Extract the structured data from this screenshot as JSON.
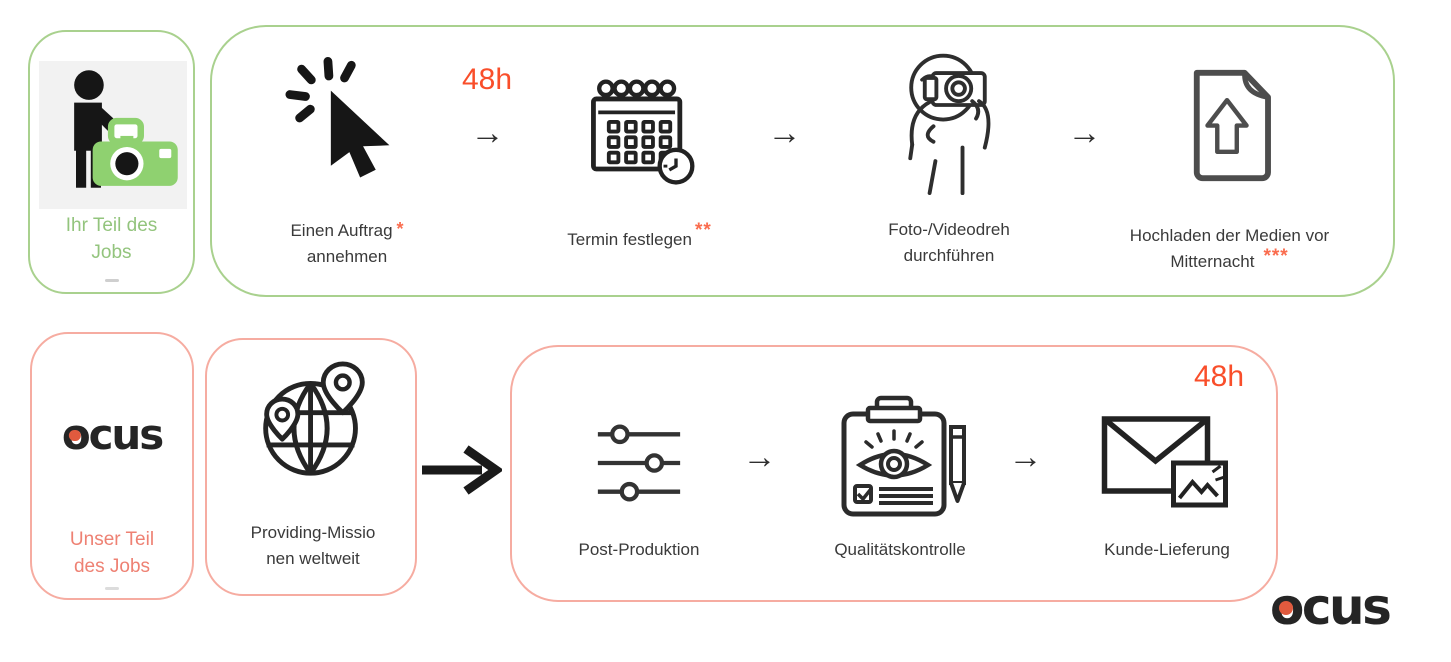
{
  "colors": {
    "accent": "#f94e2a",
    "accentsoft": "#fa6c4e",
    "green": "#a9d18e",
    "greentext": "#93c47d",
    "pink": "#f6aca1",
    "pinktext": "#ee8173",
    "ink": "#3c3c3c"
  },
  "glyphs": {
    "arrow": "→"
  },
  "your_part": {
    "title_l1": "Ihr Teil des",
    "title_l2": "Jobs",
    "badge_48h": "48h",
    "step1_l1": "Einen Auftrag",
    "step1_ast": "*",
    "step1_l2": "annehmen",
    "step2": "Termin festlegen",
    "step2_ast": "**",
    "step3_l1": "Foto-/Videodreh",
    "step3_l2": "durchführen",
    "step4_l1": "Hochladen der Medien vor",
    "step4_l2": "Mitternacht",
    "step4_ast": "***"
  },
  "our_part": {
    "logo": "ocus",
    "title_l1": "Unser Teil",
    "title_l2": "des Jobs",
    "providing_l1": "Providing-Missio",
    "providing_l2": "nen weltweit",
    "step1": "Post-Produktion",
    "step2": "Qualitätskontrolle",
    "step3": "Kunde-Lieferung",
    "badge_48h": "48h"
  },
  "footer": {
    "logo": "ocus"
  }
}
